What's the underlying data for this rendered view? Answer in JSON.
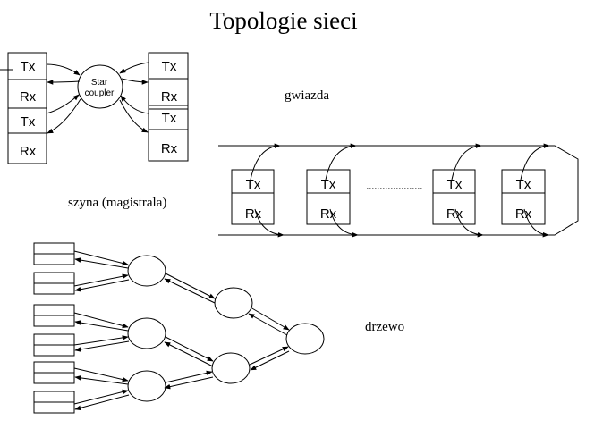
{
  "title": "Topologie sieci",
  "labels": {
    "star": "gwiazda",
    "bus": "szyna (magistrala)",
    "tree": "drzewo"
  },
  "node": {
    "tx": "Tx",
    "rx": "Rx"
  },
  "star_coupler": {
    "line1": "Star",
    "line2": "coupler"
  },
  "colors": {
    "stroke": "#000000",
    "background": "#ffffff"
  }
}
